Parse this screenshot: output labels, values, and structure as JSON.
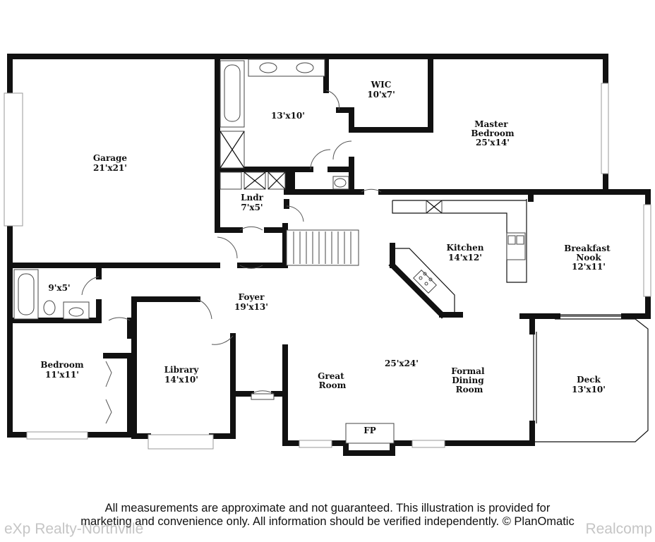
{
  "rooms": [
    {
      "id": "garage",
      "name": "Garage",
      "dim": "21'x21'"
    },
    {
      "id": "bath-master",
      "name": "",
      "dim": "13'x10'"
    },
    {
      "id": "wic",
      "name": "WIC",
      "dim": "10'x7'"
    },
    {
      "id": "master-bedroom",
      "name": "Master\nBedroom",
      "dim": "25'x14'"
    },
    {
      "id": "laundry",
      "name": "Lndr",
      "dim": "7'x5'"
    },
    {
      "id": "kitchen",
      "name": "Kitchen",
      "dim": "14'x12'"
    },
    {
      "id": "breakfast-nook",
      "name": "Breakfast\nNook",
      "dim": "12'x11'"
    },
    {
      "id": "bath-2",
      "name": "",
      "dim": "9'x5'"
    },
    {
      "id": "foyer",
      "name": "Foyer",
      "dim": "19'x13'"
    },
    {
      "id": "bedroom",
      "name": "Bedroom",
      "dim": "11'x11'"
    },
    {
      "id": "library",
      "name": "Library",
      "dim": "14'x10'"
    },
    {
      "id": "great-room",
      "name": "Great\nRoom",
      "dim": ""
    },
    {
      "id": "great-dining-dim",
      "name": "",
      "dim": "25'x24'"
    },
    {
      "id": "formal-dining",
      "name": "Formal\nDining\nRoom",
      "dim": ""
    },
    {
      "id": "deck",
      "name": "Deck",
      "dim": "13'x10'"
    },
    {
      "id": "fireplace",
      "name": "FP",
      "dim": ""
    }
  ],
  "disclaimer": {
    "line1": "All measurements are approximate and not guaranteed. This illustration is provided for",
    "line2": "marketing and convenience only. All information should be verified independently. © PlanOmatic"
  },
  "watermarks": {
    "left": "eXp Realty-Northville",
    "right": "Realcomp"
  }
}
